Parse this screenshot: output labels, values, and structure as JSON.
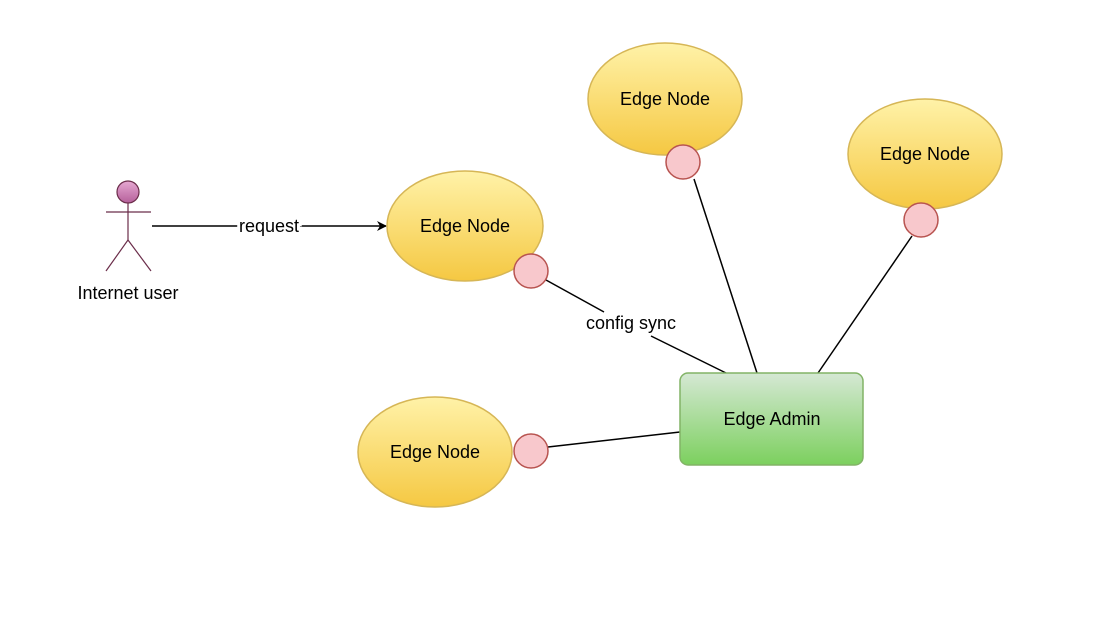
{
  "actor": {
    "label": "Internet user"
  },
  "nodes": {
    "center": {
      "label": "Edge Node"
    },
    "top": {
      "label": "Edge Node"
    },
    "right": {
      "label": "Edge Node"
    },
    "bottom": {
      "label": "Edge Node"
    }
  },
  "admin": {
    "label": "Edge Admin"
  },
  "edges": {
    "request": {
      "label": "request"
    },
    "config_sync": {
      "label": "config sync"
    }
  },
  "colors": {
    "node_fill_top": "#fff2a8",
    "node_fill_bottom": "#f5c842",
    "node_stroke": "#d6b656",
    "port_fill": "#f8c8cc",
    "port_stroke": "#b85450",
    "admin_fill_top": "#d5e8d4",
    "admin_fill_bottom": "#7cd05e",
    "admin_stroke": "#82b366",
    "actor_head": "#cf82b8",
    "actor_stroke": "#6b2d4a"
  }
}
